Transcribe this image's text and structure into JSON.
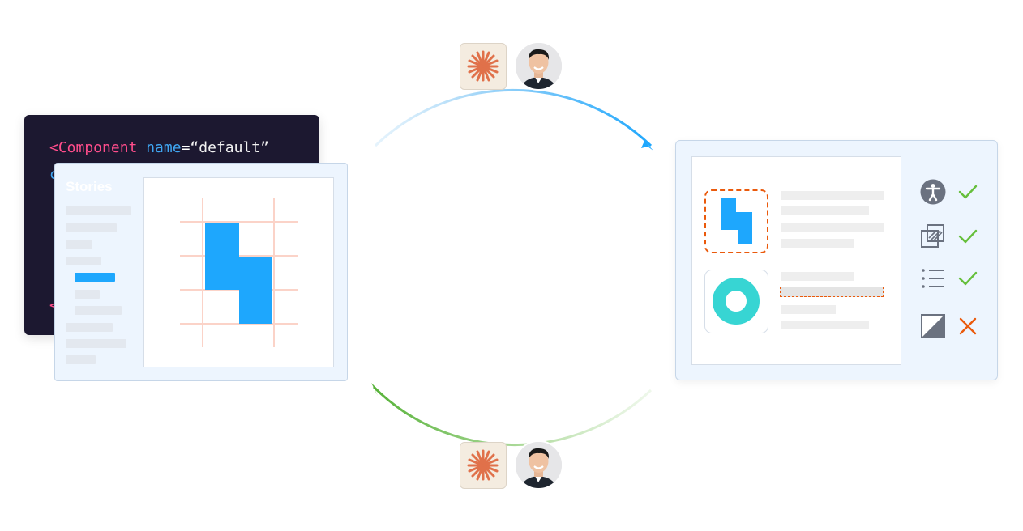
{
  "code": {
    "tag": "<Component",
    "attr": "name",
    "equals": "=",
    "value": "“default”",
    "fragment_line2": "c",
    "fragment_line_last": "<"
  },
  "stories": {
    "title": "Stories"
  },
  "review": {
    "checks": [
      {
        "icon": "accessibility-icon",
        "status": "pass"
      },
      {
        "icon": "layers-icon",
        "status": "pass"
      },
      {
        "icon": "list-icon",
        "status": "pass"
      },
      {
        "icon": "contrast-icon",
        "status": "fail"
      }
    ]
  },
  "colors": {
    "accent_blue": "#1ea7fd",
    "teal": "#37d5d3",
    "flag_orange": "#ea5a0c",
    "pass_green": "#66bf3c",
    "fail_red": "#ea5a0c",
    "code_bg": "#1c1830",
    "ai_avatar_icon": "#e0714a"
  },
  "avatars": {
    "top": [
      "ai-sparkle-avatar",
      "person-avatar"
    ],
    "bottom": [
      "ai-sparkle-avatar",
      "person-avatar"
    ]
  }
}
